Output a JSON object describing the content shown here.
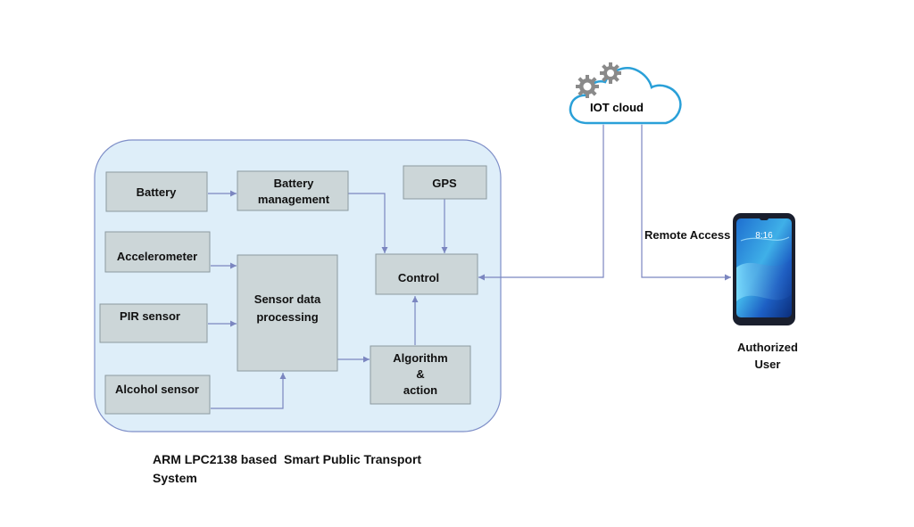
{
  "diagram": {
    "container_caption_line1": "ARM LPC2138 based  Smart Public Transport",
    "container_caption_line2": "System",
    "nodes": {
      "battery": "Battery",
      "battery_mgmt_line1": "Battery",
      "battery_mgmt_line2": "management",
      "gps": "GPS",
      "accelerometer": "Accelerometer",
      "sensor_proc_line1": "Sensor data",
      "sensor_proc_line2": "processing",
      "control": "Control",
      "pir": "PIR sensor",
      "algorithm_line1": "Algorithm",
      "algorithm_line2": "&",
      "algorithm_line3": "action",
      "alcohol": "Alcohol sensor"
    },
    "cloud_label": "IOT cloud",
    "remote_access_label": "Remote Access",
    "user_label_line1": "Authorized",
    "user_label_line2": "User",
    "phone_clock": "8:16"
  },
  "colors": {
    "container_fill": "#deeef9",
    "container_stroke": "#7f8fc8",
    "box_fill": "#ccd6d8",
    "box_stroke": "#8c9aa0",
    "edge": "#7b86c0",
    "cloud_stroke": "#2aa0d8",
    "gear": "#8a8a8a"
  }
}
